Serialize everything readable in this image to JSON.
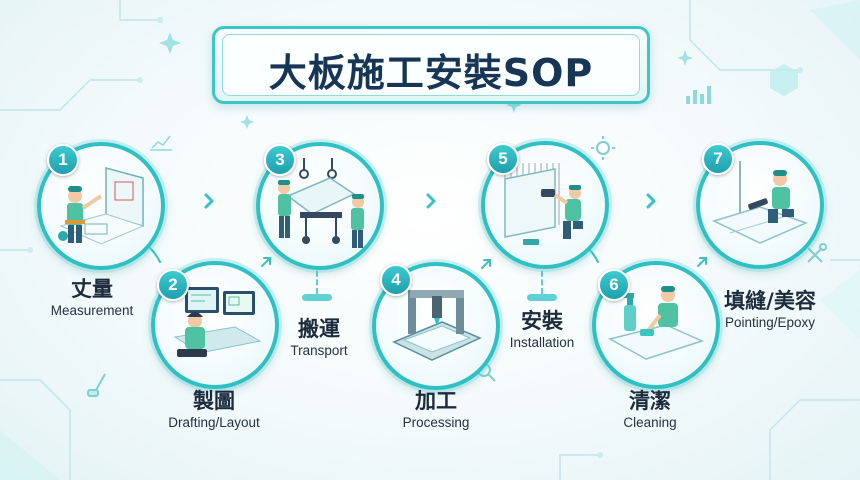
{
  "title": "大板施工安裝SOP",
  "steps": [
    {
      "number": "1",
      "name_zh": "丈量",
      "name_en": "Measurement"
    },
    {
      "number": "2",
      "name_zh": "製圖",
      "name_en": "Drafting/Layout"
    },
    {
      "number": "3",
      "name_zh": "搬運",
      "name_en": "Transport"
    },
    {
      "number": "4",
      "name_zh": "加工",
      "name_en": "Processing"
    },
    {
      "number": "5",
      "name_zh": "安裝",
      "name_en": "Installation"
    },
    {
      "number": "6",
      "name_zh": "清潔",
      "name_en": "Cleaning"
    },
    {
      "number": "7",
      "name_zh": "填縫/美容",
      "name_en": "Pointing/Epoxy"
    }
  ],
  "colors": {
    "accent": "#2fc0c4",
    "title_text": "#173656",
    "worker_shirt": "#4fc3a1",
    "worker_cap": "#1f8f8a"
  },
  "icons": [
    "measuring-tape-icon",
    "computer-drafting-icon",
    "panel-cart-icon",
    "cnc-machine-icon",
    "wall-panel-icon",
    "spray-bottle-icon",
    "caulk-gun-icon"
  ]
}
